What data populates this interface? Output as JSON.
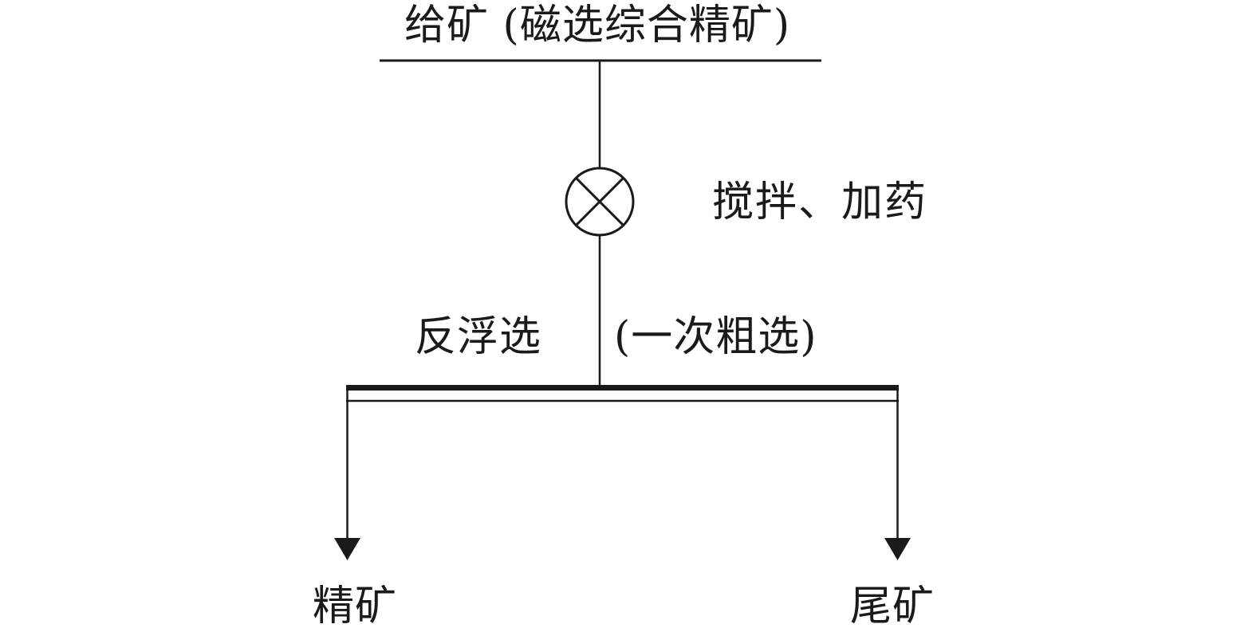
{
  "feed": {
    "label": "给矿 (磁选综合精矿)"
  },
  "conditioning": {
    "label": "搅拌、加药",
    "icon": "mixer-cross-circle-icon"
  },
  "flotation": {
    "label": "反浮选",
    "stage": "(一次粗选)"
  },
  "outputs": {
    "concentrate": "精矿",
    "tailings": "尾矿"
  },
  "colors": {
    "line": "#1a1a1a",
    "background": "#ffffff"
  }
}
